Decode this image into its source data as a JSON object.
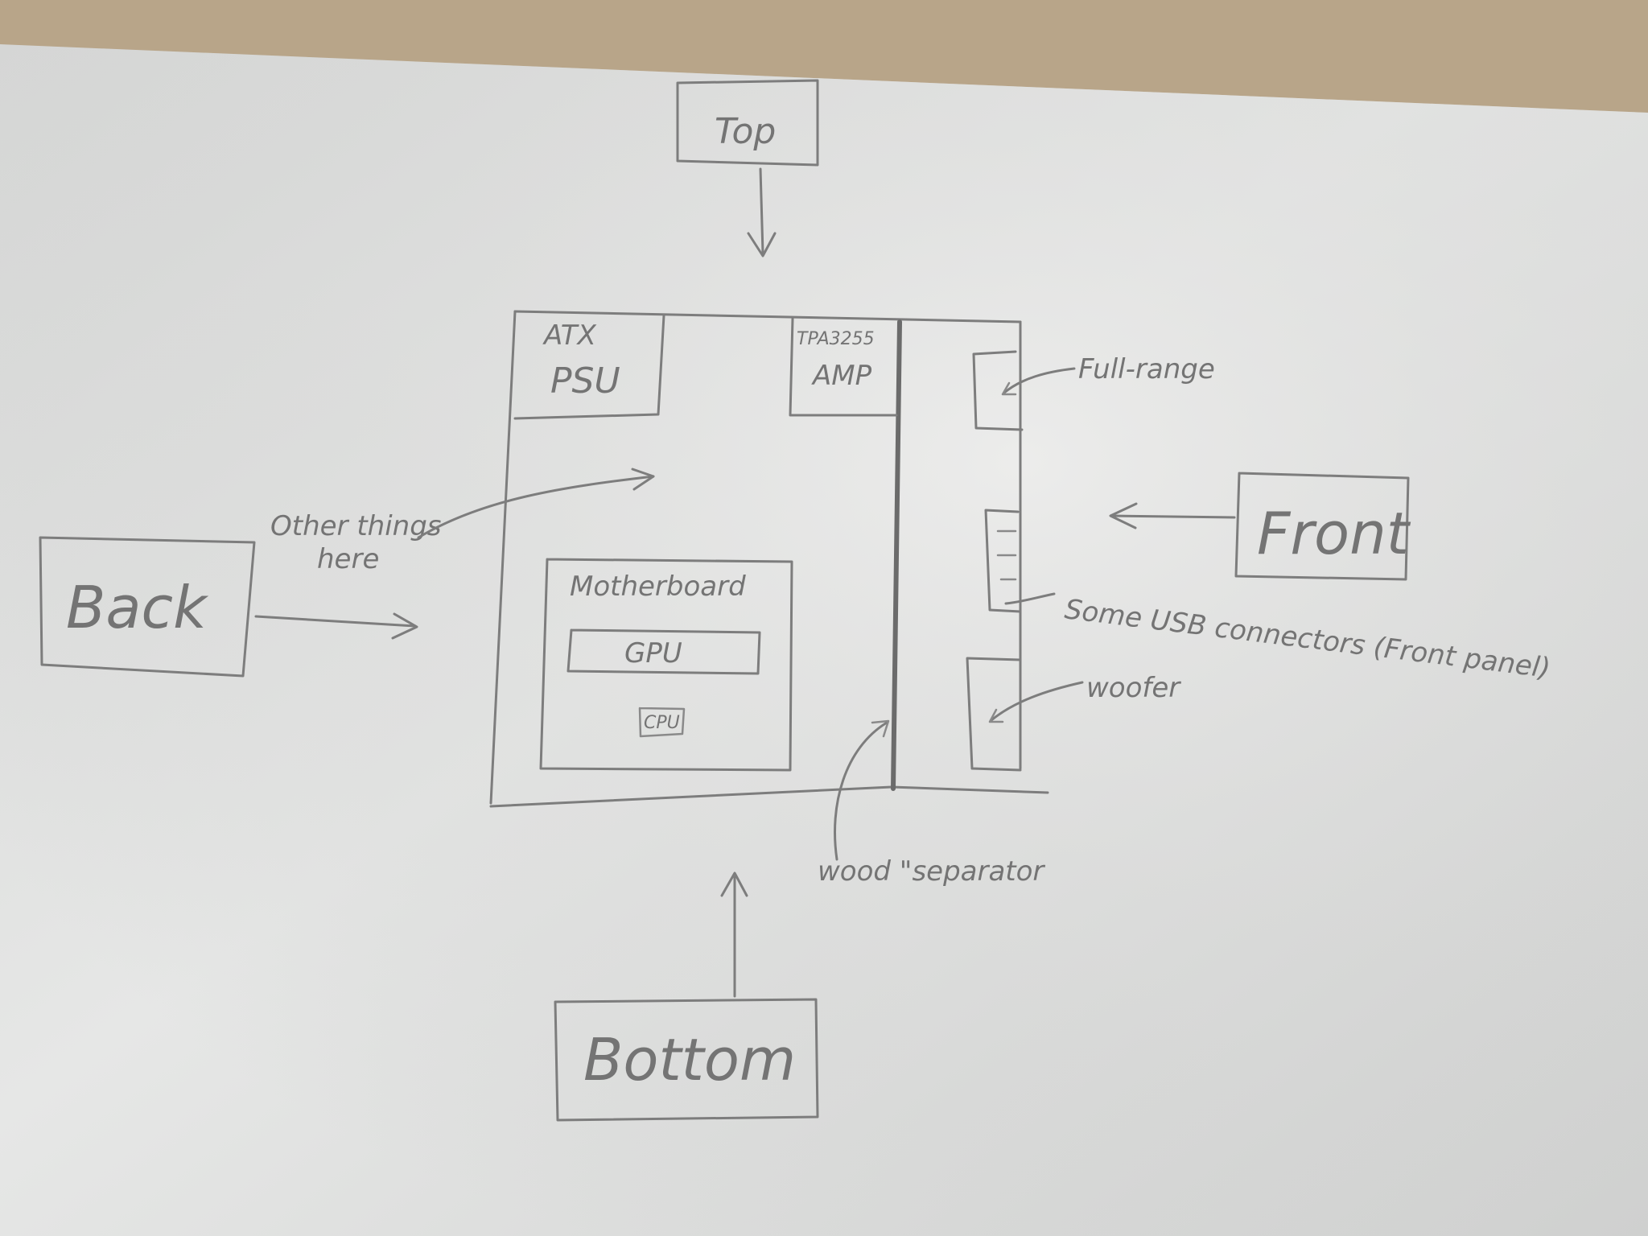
{
  "diagram": {
    "views": {
      "top": "Top",
      "bottom": "Bottom",
      "back": "Back",
      "front": "Front"
    },
    "components": {
      "psu_line1": "ATX",
      "psu_line2": "PSU",
      "amp_line1": "TPA3255",
      "amp_line2": "AMP",
      "motherboard": "Motherboard",
      "gpu": "GPU",
      "cpu": "CPU"
    },
    "annotations": {
      "other_line1": "Other things",
      "other_line2": "here",
      "full_range": "Full-range",
      "usb": "Some USB connectors (Front panel)",
      "woofer": "woofer",
      "separator": "wood \"separator"
    }
  }
}
